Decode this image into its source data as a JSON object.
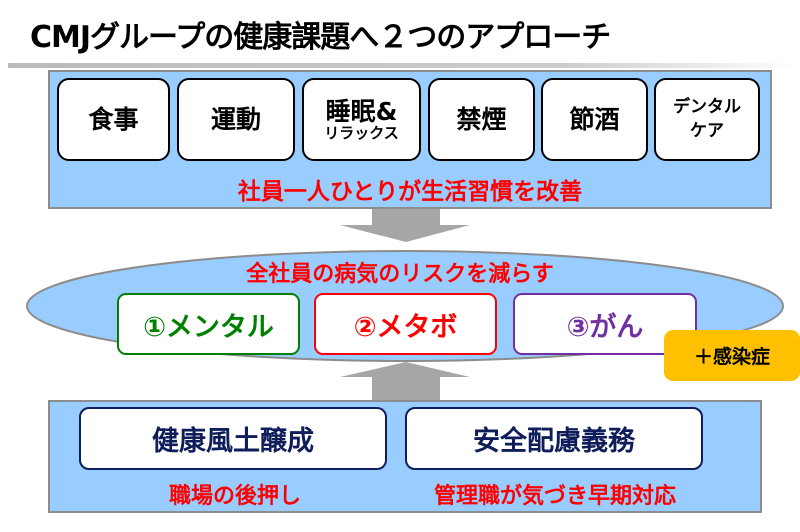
{
  "title": "CMJグループの健康課題へ２つのアプローチ",
  "habits": [
    {
      "label": "食事"
    },
    {
      "label": "運動"
    },
    {
      "label": "睡眠&",
      "sub": "リラックス"
    },
    {
      "label": "禁煙"
    },
    {
      "label": "節酒"
    },
    {
      "label": "デンタル",
      "sub": "ケア"
    }
  ],
  "habits_caption": "社員一人ひとりが生活習慣を改善",
  "risk_caption": "全社員の病気のリスクを減らす",
  "risks": [
    {
      "label": "①メンタル",
      "color": "#008000"
    },
    {
      "label": "②メタボ",
      "color": "#ff0000"
    },
    {
      "label": "③がん",
      "color": "#7030a0"
    }
  ],
  "extra_badge": "＋感染症",
  "foundations": [
    {
      "label": "健康風土醸成",
      "caption": "職場の後押し"
    },
    {
      "label": "安全配慮義務",
      "caption": "管理職が気づき早期対応"
    }
  ]
}
